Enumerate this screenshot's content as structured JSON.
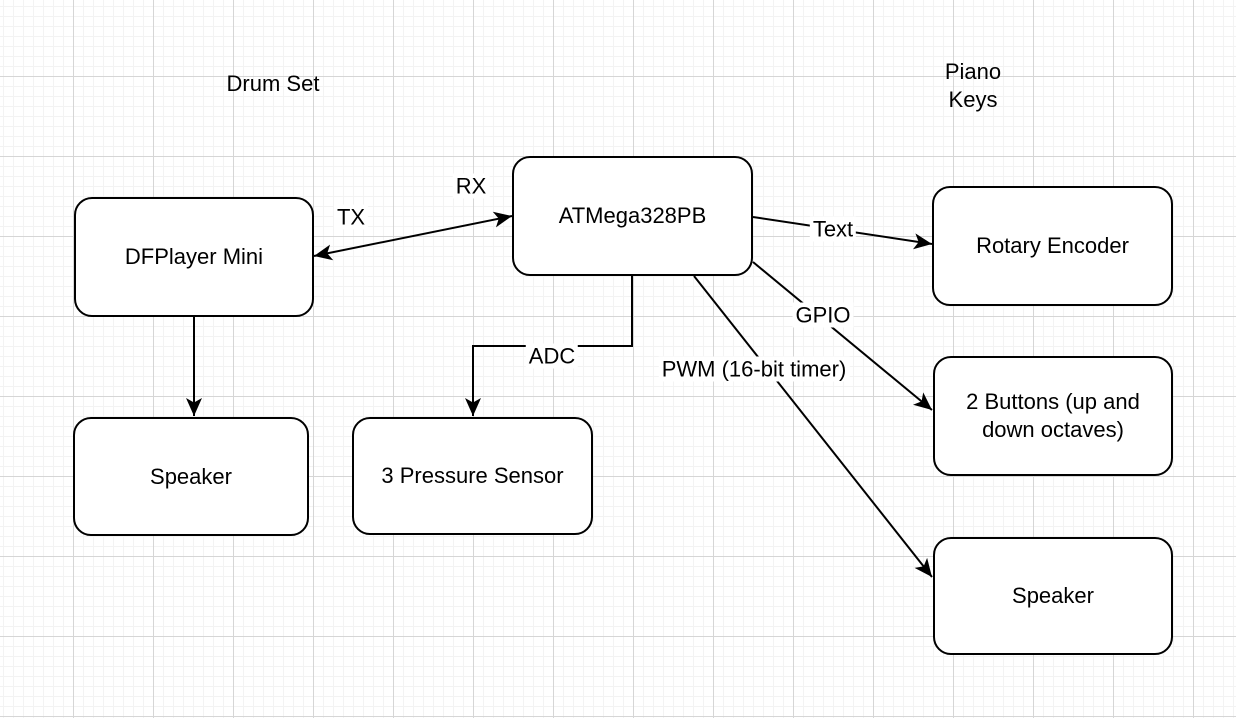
{
  "diagram": {
    "section_labels": {
      "drum_set": "Drum Set",
      "piano_keys": "Piano Keys"
    },
    "nodes": {
      "dfplayer": {
        "label": "DFPlayer Mini"
      },
      "atmega": {
        "label": "ATMega328PB"
      },
      "speaker_left": {
        "label": "Speaker"
      },
      "pressure_sensor": {
        "label": "3 Pressure Sensor"
      },
      "rotary_encoder": {
        "label": "Rotary Encoder"
      },
      "octave_buttons": {
        "label": "2 Buttons (up and down octaves)"
      },
      "speaker_right": {
        "label": "Speaker"
      }
    },
    "edges": {
      "uart": {
        "from": "atmega",
        "to": "dfplayer",
        "direction": "both",
        "labels": {
          "tx": "TX",
          "rx": "RX"
        }
      },
      "text": {
        "from": "atmega",
        "to": "rotary_encoder",
        "direction": "to",
        "label": "Text"
      },
      "gpio": {
        "from": "atmega",
        "to": "octave_buttons",
        "direction": "to",
        "label": "GPIO"
      },
      "pwm": {
        "from": "atmega",
        "to": "speaker_right",
        "direction": "to",
        "label": "PWM (16-bit timer)"
      },
      "adc": {
        "from": "atmega",
        "to": "pressure_sensor",
        "direction": "to",
        "label": "ADC"
      },
      "dfplayer_audio": {
        "from": "dfplayer",
        "to": "speaker_left",
        "direction": "to",
        "label": ""
      }
    },
    "colors": {
      "stroke": "#000000",
      "node_fill": "#ffffff",
      "background": "#ffffff",
      "grid_minor": "#f3f3f3",
      "grid_major": "#d6d6d6"
    }
  }
}
